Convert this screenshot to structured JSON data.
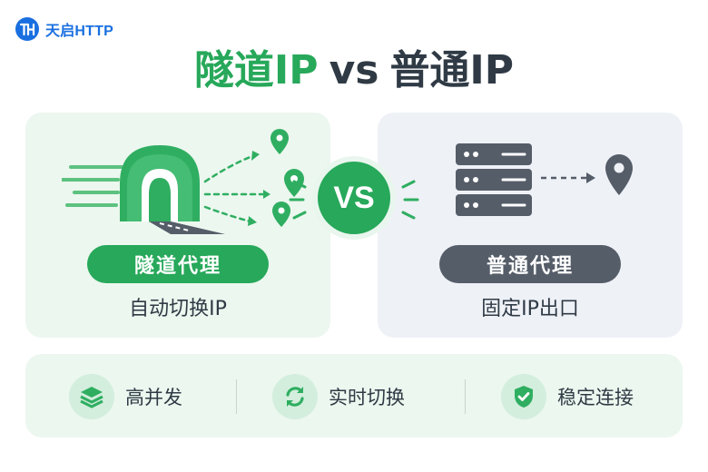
{
  "brand": {
    "name": "天启HTTP",
    "color": "#1a6fe0"
  },
  "title": {
    "part1": "隧道IP",
    "vs": "vs",
    "part2": "普通IP"
  },
  "left_panel": {
    "label": "隧道代理",
    "sub": "自动切换IP",
    "accent": "#27a85a"
  },
  "right_panel": {
    "label": "普通代理",
    "sub": "固定IP出口",
    "accent": "#555d69"
  },
  "vs_badge": "VS",
  "features": [
    {
      "icon": "layers-icon",
      "label": "高并发"
    },
    {
      "icon": "refresh-icon",
      "label": "实时切换"
    },
    {
      "icon": "shield-check-icon",
      "label": "稳定连接"
    }
  ]
}
